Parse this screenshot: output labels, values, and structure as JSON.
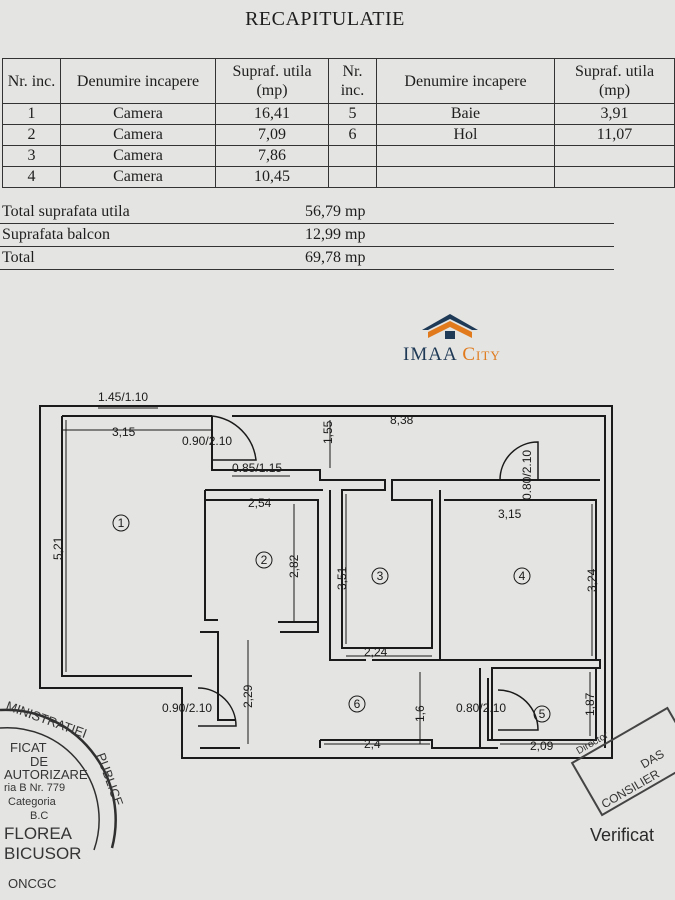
{
  "title": "RECAPITULATIE",
  "table": {
    "headers": [
      "Nr. inc.",
      "Denumire incapere",
      "Supraf. utila (mp)",
      "Nr. inc.",
      "Denumire incapere",
      "Supraf. utila (mp)"
    ],
    "rows": [
      [
        "1",
        "Camera",
        "16,41",
        "5",
        "Baie",
        "3,91"
      ],
      [
        "2",
        "Camera",
        "7,09",
        "6",
        "Hol",
        "11,07"
      ],
      [
        "3",
        "Camera",
        "7,86",
        "",
        "",
        ""
      ],
      [
        "4",
        "Camera",
        "10,45",
        "",
        "",
        ""
      ]
    ]
  },
  "totals": [
    {
      "label": "Total suprafata utila",
      "value": "56,79 mp"
    },
    {
      "label": "Suprafata balcon",
      "value": "12,99 mp"
    },
    {
      "label": "Total",
      "value": "69,78 mp"
    }
  ],
  "logo": {
    "word1": "IMAA",
    "word2": "City",
    "colors": {
      "roof": "#1f3a56",
      "accent": "#e07a1c"
    }
  },
  "plan": {
    "dims": {
      "top_window": "1.45/1.10",
      "total_width": "8,38",
      "room1_width": "3,15",
      "door1": "0.90/2.10",
      "vert_155": "1,55",
      "door2": "0.85/1.15",
      "room2_width": "2,54",
      "room1_height": "5,21",
      "room2_height": "2,82",
      "room3_height": "3,51",
      "room3_width": "2,24",
      "room4_width": "3,15",
      "door4": "0.80/2.10",
      "room4_height": "3,24",
      "hall_height": "2,29",
      "door_entry": "0.90/2.10",
      "vert_16": "1,6",
      "hall_width": "2,4",
      "door5": "0.80/2.10",
      "room5_height": "1,87",
      "room5_width": "2,09"
    },
    "room_labels": [
      "1",
      "2",
      "3",
      "4",
      "5",
      "6"
    ]
  },
  "stamp": {
    "line1": "MINISTRATIEI",
    "line2": "PUBLICE",
    "line3": "FICAT",
    "line4": "DE",
    "line5": "AUTORIZARE",
    "line6": "ria B Nr. 779",
    "line7": "Categoria",
    "line8": "B.C",
    "line9": "FLOREA",
    "line10": "BICUSOR",
    "line11": "ONCGC"
  },
  "verification": {
    "text": "Verificat",
    "stamp_words": [
      "CONSILIER",
      "DAS",
      "Director"
    ]
  }
}
